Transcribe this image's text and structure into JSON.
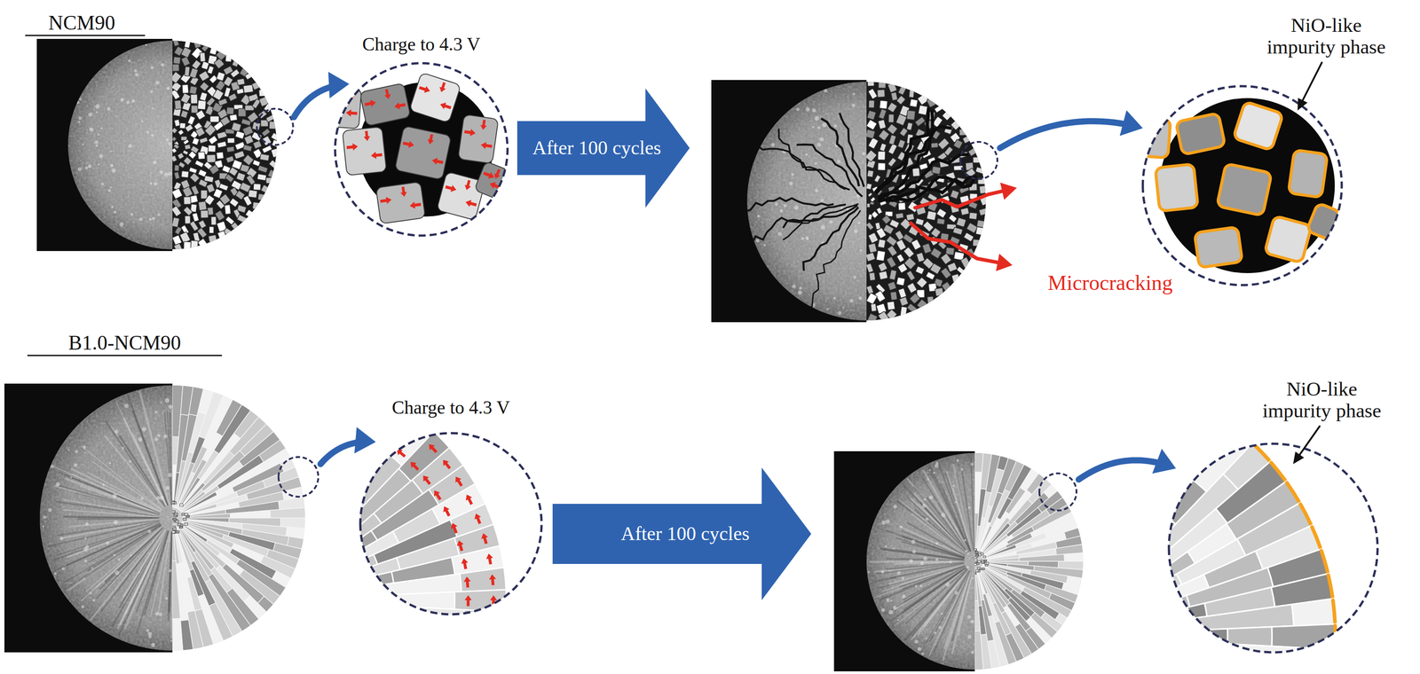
{
  "diagram": {
    "nodes": [
      {
        "text": [
          "After 100 cycles"
        ]
      },
      {
        "text": [
          "After 100 cycles"
        ]
      }
    ],
    "labels": [
      "NCM90",
      "Charge to 4.3 V",
      "NiO-like impurity phase",
      "Microcracking",
      "B1.0-NCM90",
      "Charge to 4.3 V",
      "NiO-like impurity phase"
    ]
  }
}
